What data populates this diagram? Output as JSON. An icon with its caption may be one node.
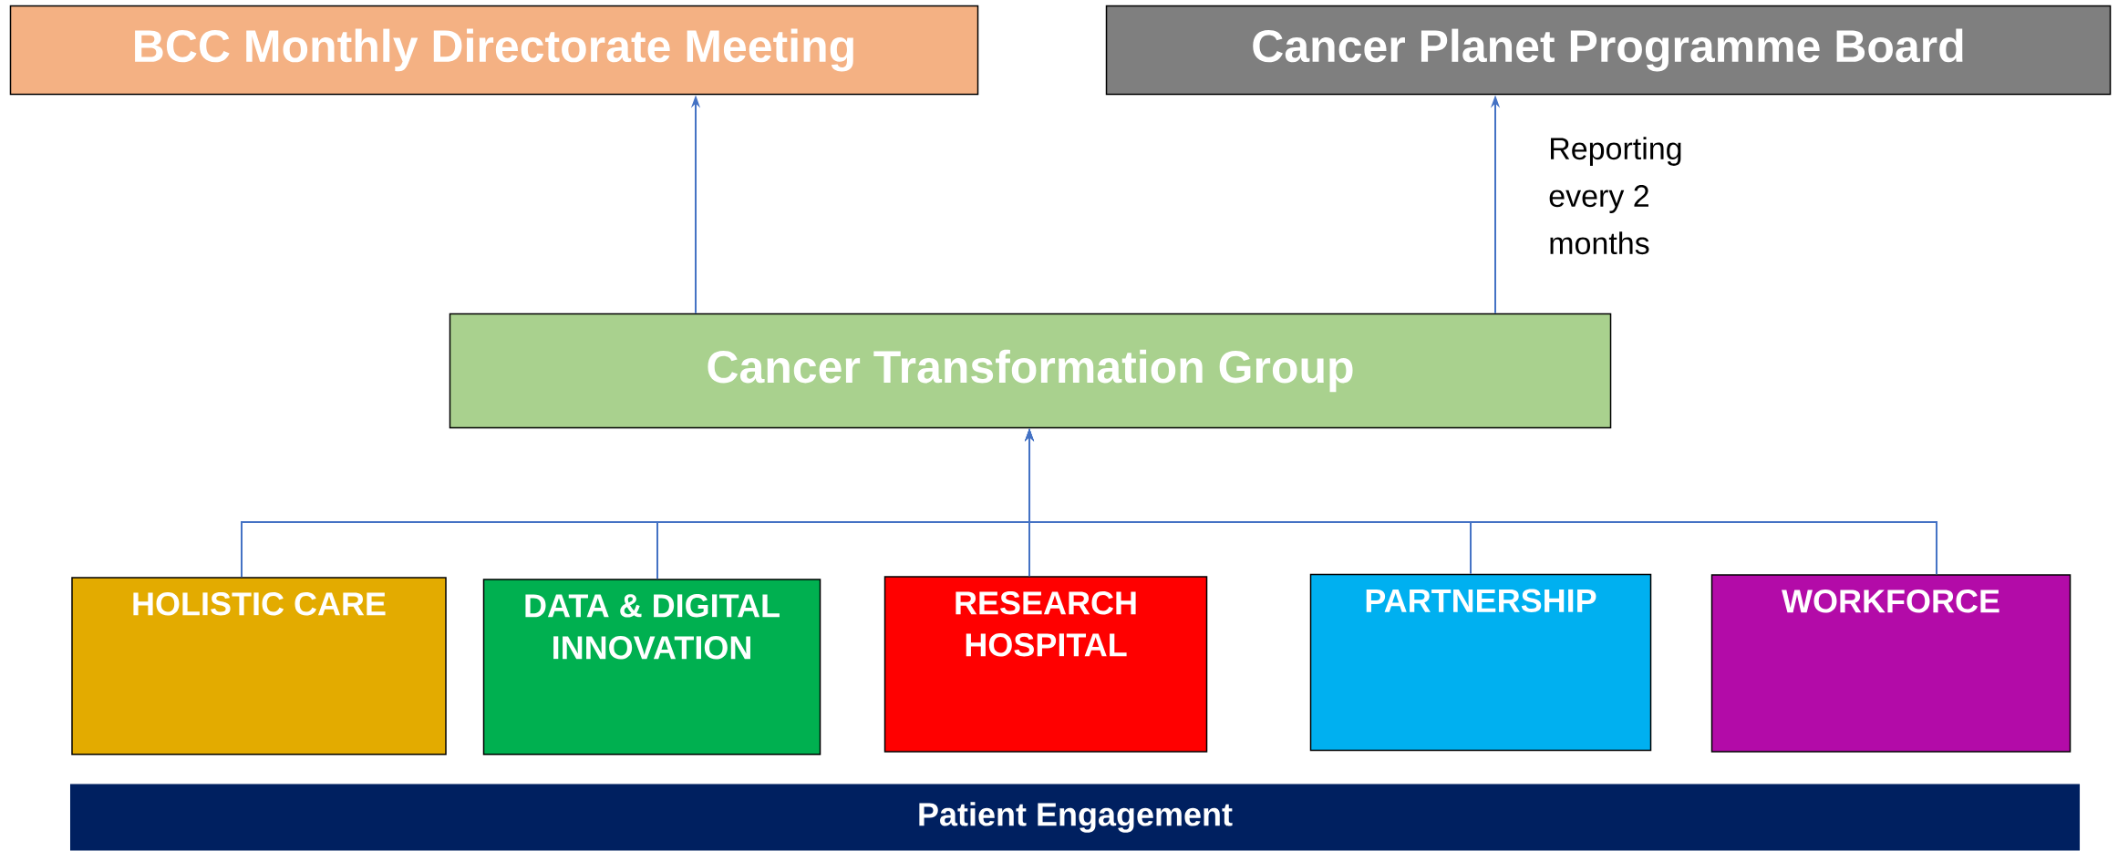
{
  "diagram": {
    "nodes": [
      {
        "text": [
          "BCC Monthly Directorate Meeting"
        ]
      },
      {
        "text": [
          "Cancer Planet Programme Board"
        ]
      },
      {
        "text": [
          "Cancer Transformation Group"
        ]
      },
      {
        "text": [
          "HOLISTIC CARE"
        ]
      },
      {
        "text": [
          "DATA & DIGITAL INNOVATION"
        ]
      },
      {
        "text": [
          "RESEARCH HOSPITAL"
        ]
      },
      {
        "text": [
          "PARTNERSHIP"
        ]
      },
      {
        "text": [
          "WORKFORCE"
        ]
      },
      {
        "text": [
          "Patient Engagement"
        ]
      }
    ],
    "edges": [
      {
        "from": 2,
        "to": 0,
        "arrow": "to"
      },
      {
        "from": 2,
        "to": 1,
        "arrow": "to",
        "label": "Reporting every 2 months"
      },
      {
        "from": 3,
        "to": 2,
        "arrow": "to"
      },
      {
        "from": 4,
        "to": 2,
        "arrow": "to"
      },
      {
        "from": 5,
        "to": 2,
        "arrow": "to"
      },
      {
        "from": 6,
        "to": 2,
        "arrow": "to"
      },
      {
        "from": 7,
        "to": 2,
        "arrow": "to"
      }
    ]
  }
}
